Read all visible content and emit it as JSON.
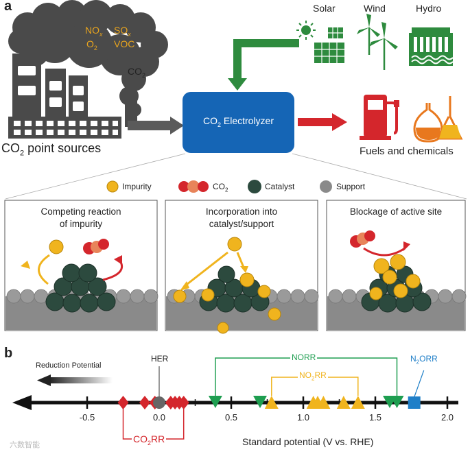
{
  "panel_a": {
    "label": "a",
    "pollutants": {
      "line1": "NO",
      "line1_sub": "x",
      "line1b": "SO",
      "line1b_sub": "x",
      "line2": "O",
      "line2_sub": "2",
      "line2b": "VOC"
    },
    "co2_smoke": {
      "text": "CO",
      "sub": "2"
    },
    "source_label": {
      "text": "CO",
      "sub": "2",
      "rest": " point sources"
    },
    "renewables": [
      "Solar",
      "Wind",
      "Hydro"
    ],
    "electrolyzer": {
      "text": "CO",
      "sub": "2",
      "rest": " Electrolyzer"
    },
    "products_label": "Fuels and chemicals",
    "legend": [
      {
        "key": "impurity",
        "label": "Impurity"
      },
      {
        "key": "co2",
        "label": "CO",
        "sub": "2"
      },
      {
        "key": "catalyst",
        "label": "Catalyst"
      },
      {
        "key": "support",
        "label": "Support"
      }
    ],
    "boxes": [
      {
        "title1": "Competing reaction",
        "title2": "of impurity"
      },
      {
        "title1": "Incorporation into",
        "title2": "catalyst/support"
      },
      {
        "title1": "Blockage of active site",
        "title2": ""
      }
    ],
    "colors": {
      "electrolyzer": "#1565b5",
      "renewable": "#2e8b3e",
      "fuel": "#d4262c",
      "smoke": "#4a4a4a",
      "impurity": "#f0b41e",
      "catalyst": "#2c4a3e",
      "support": "#8a8a8a"
    }
  },
  "panel_b": {
    "label": "b",
    "reduction_label": "Reduction Potential",
    "her_label": "HER",
    "norr_label": "NORR",
    "n2orr": {
      "text": "N",
      "sub": "2",
      "rest": "ORR"
    },
    "no2rr": {
      "text": "NO",
      "sub": "2",
      "rest": "RR"
    },
    "co2rr": {
      "text": "CO",
      "sub": "2",
      "rest": "RR"
    },
    "axis_label": "Standard potential (V vs. RHE)",
    "ticks": [
      "-0.5",
      "0.0",
      "0.5",
      "1.0",
      "1.5",
      "2.0"
    ],
    "watermark": "六数智能"
  },
  "chart_data": {
    "type": "scatter",
    "xlabel": "Standard potential (V vs. RHE)",
    "xlim": [
      -0.95,
      2.1
    ],
    "tick_values": [
      -0.5,
      0.0,
      0.5,
      1.0,
      1.5,
      2.0
    ],
    "series": [
      {
        "name": "HER",
        "color": "#666666",
        "marker": "circle",
        "x": [
          0.0
        ]
      },
      {
        "name": "CO2RR",
        "color": "#d4262c",
        "marker": "diamond",
        "x": [
          -0.25,
          -0.1,
          -0.03,
          0.08,
          0.11,
          0.14,
          0.17
        ]
      },
      {
        "name": "NORR",
        "color": "#1e9e50",
        "marker": "triangle-down",
        "x": [
          0.39,
          0.7,
          1.6,
          1.65
        ]
      },
      {
        "name": "NO2RR",
        "color": "#f0b41e",
        "marker": "triangle-up",
        "x": [
          0.78,
          1.07,
          1.1,
          1.14,
          1.28,
          1.38
        ]
      },
      {
        "name": "N2ORR",
        "color": "#1f7fc8",
        "marker": "square",
        "x": [
          1.77
        ]
      }
    ]
  }
}
